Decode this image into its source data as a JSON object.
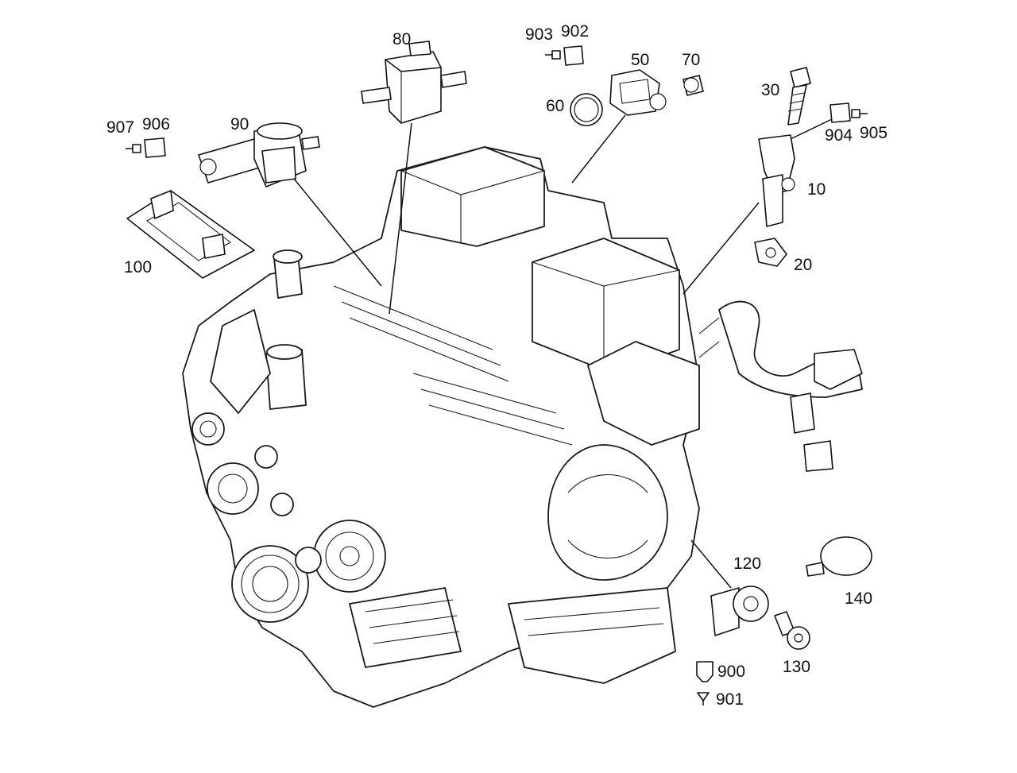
{
  "callouts": {
    "c10": "10",
    "c20": "20",
    "c30": "30",
    "c50": "50",
    "c60": "60",
    "c70": "70",
    "c80": "80",
    "c90": "90",
    "c100": "100",
    "c120": "120",
    "c130": "130",
    "c140": "140",
    "c900": "900",
    "c901": "901",
    "c902": "902",
    "c903": "903",
    "c904": "904",
    "c905": "905",
    "c906": "906",
    "c907": "907"
  },
  "colors": {
    "line": "#111111",
    "background": "#ffffff"
  }
}
